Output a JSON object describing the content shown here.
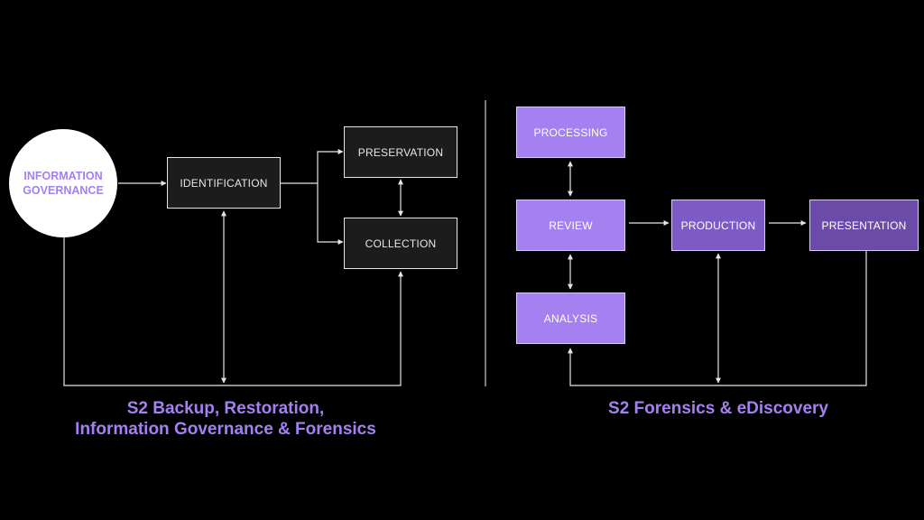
{
  "colors": {
    "background": "#000000",
    "accent_purple": "#a480f0",
    "mid_purple": "#7d5bc6",
    "dark_purple": "#6a4ba8",
    "line": "#e6e6e6",
    "dark_box": "#1c1c1c"
  },
  "left_panel": {
    "circle": {
      "label": "INFORMATION\nGOVERNANCE"
    },
    "boxes": {
      "identification": "IDENTIFICATION",
      "preservation": "PRESERVATION",
      "collection": "COLLECTION"
    },
    "caption": "S2 Backup, Restoration,\nInformation Governance & Forensics"
  },
  "right_panel": {
    "boxes": {
      "processing": "PROCESSING",
      "review": "REVIEW",
      "analysis": "ANALYSIS",
      "production": "PRODUCTION",
      "presentation": "PRESENTATION"
    },
    "caption": "S2 Forensics & eDiscovery"
  }
}
